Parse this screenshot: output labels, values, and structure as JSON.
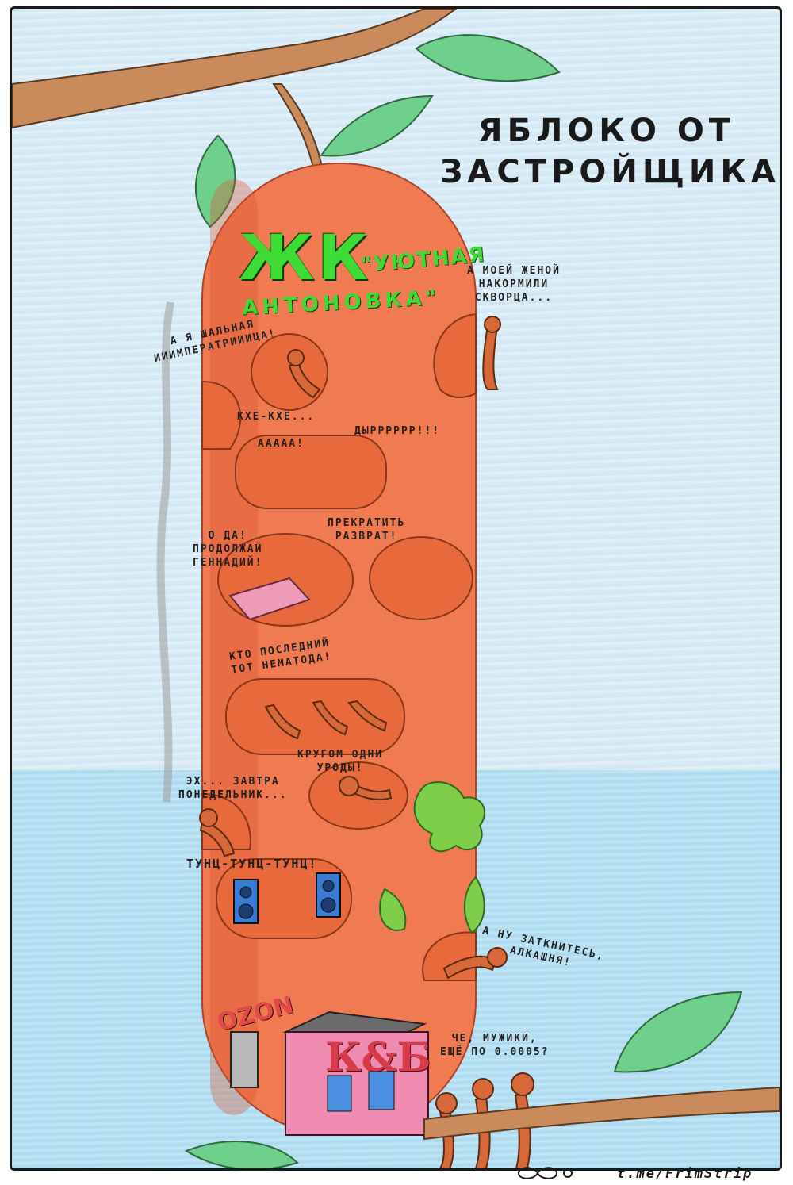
{
  "title": {
    "line1": "ЯБЛОКО ОТ",
    "line2": "ЗАСТРОЙЩИКА"
  },
  "sign": {
    "zk": "ЖК",
    "name_part1": "\"УЮТНАЯ",
    "name_part2": "АНТОНОВКА\""
  },
  "bubbles": {
    "wife_starling": [
      "А МОЕЙ ЖЕНОЙ",
      "НАКОРМИЛИ",
      "СКВОРЦА..."
    ],
    "empress": [
      "А Я ШАЛЬНАЯ",
      "ИИИМПЕРАТРИИИЦА!"
    ],
    "cough": "КХЕ-КХЕ...",
    "aaaa": "ААААА!",
    "drill": "ДЫРРРРРР!!!",
    "gennady": [
      "О ДА!",
      "ПРОДОЛЖАЙ",
      "ГЕННАДИЙ!"
    ],
    "stop": [
      "ПРЕКРАТИТЬ",
      "РАЗВРАТ!"
    ],
    "nematode": [
      "КТО ПОСЛЕДНИЙ",
      "ТОТ НЕМАТОДА!"
    ],
    "freaks": [
      "КРУГОМ ОДНИ",
      "УРОДЫ!"
    ],
    "monday": [
      "ЭХ... ЗАВТРА",
      "ПОНЕДЕЛЬНИК..."
    ],
    "music": "ТУНЦ-ТУНЦ-ТУНЦ!",
    "shutup": [
      "А НУ ЗАТКНИТЕСЬ,",
      "АЛКАШНЯ!"
    ],
    "drink": [
      "ЧЕ, МУЖИКИ,",
      "ЕЩЁ ПО 0.0005?"
    ]
  },
  "shops": {
    "ozon": "OZON",
    "kib": "К&Б"
  },
  "credit": "t.me/FrimStrip",
  "colors": {
    "apple": "#f07a52",
    "apple_dark": "#d9542e",
    "room": "#e86a3c",
    "worm": "#d6683a",
    "leaf": "#6fcf8c",
    "branch": "#c98a5c",
    "sign_green": "#3ddb33",
    "sky": "#d3e8f4"
  }
}
